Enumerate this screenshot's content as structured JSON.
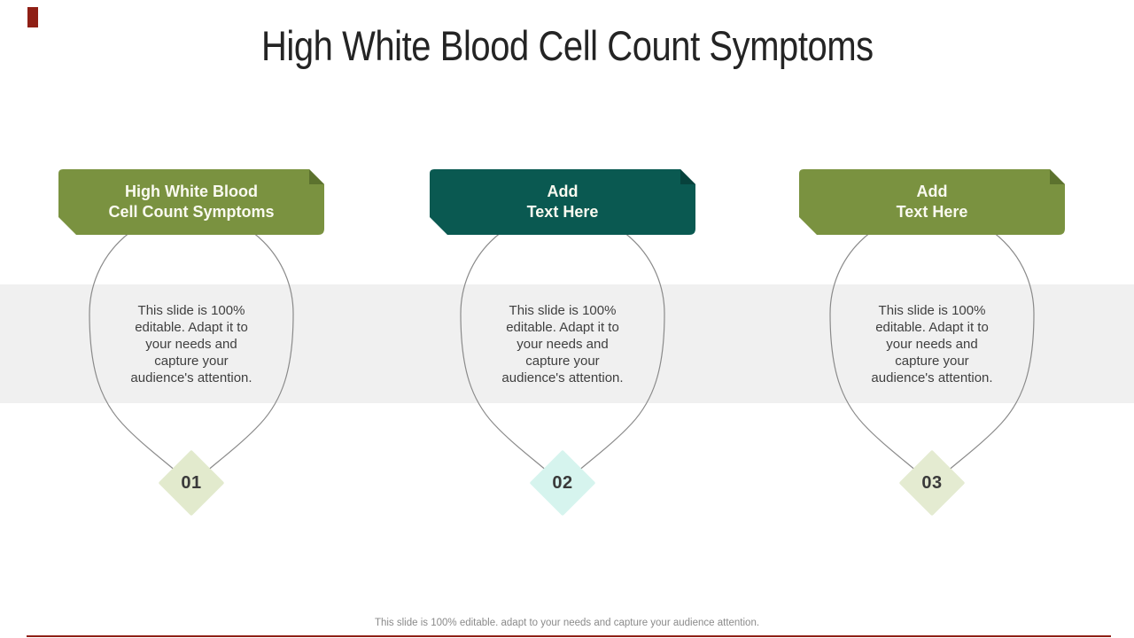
{
  "slide": {
    "title": "High White Blood Cell Count Symptoms",
    "footer": "This slide is 100% editable. adapt to your needs and capture your audience attention."
  },
  "colors": {
    "olive": "#7A9240",
    "olive_fold": "#5C722E",
    "teal": "#0A5951",
    "teal_fold": "#07423C",
    "band": "#F0F0F0",
    "outline": "#8A8A8A",
    "red_accent": "#8F1F15",
    "diamond_1": "#E2EACD",
    "diamond_2": "#D6F4EE",
    "diamond_3": "#E4EBD1"
  },
  "columns": [
    {
      "banner": "High White Blood\nCell Count Symptoms",
      "body": "This slide is 100%\neditable. Adapt it to\nyour needs and\ncapture your\naudience's attention.",
      "number": "01"
    },
    {
      "banner": "Add\nText Here",
      "body": "This slide is 100%\neditable. Adapt it to\nyour needs and\ncapture your\naudience's attention.",
      "number": "02"
    },
    {
      "banner": "Add\nText Here",
      "body": "This slide is 100%\neditable. Adapt it to\nyour needs and\ncapture your\naudience's attention.",
      "number": "03"
    }
  ]
}
